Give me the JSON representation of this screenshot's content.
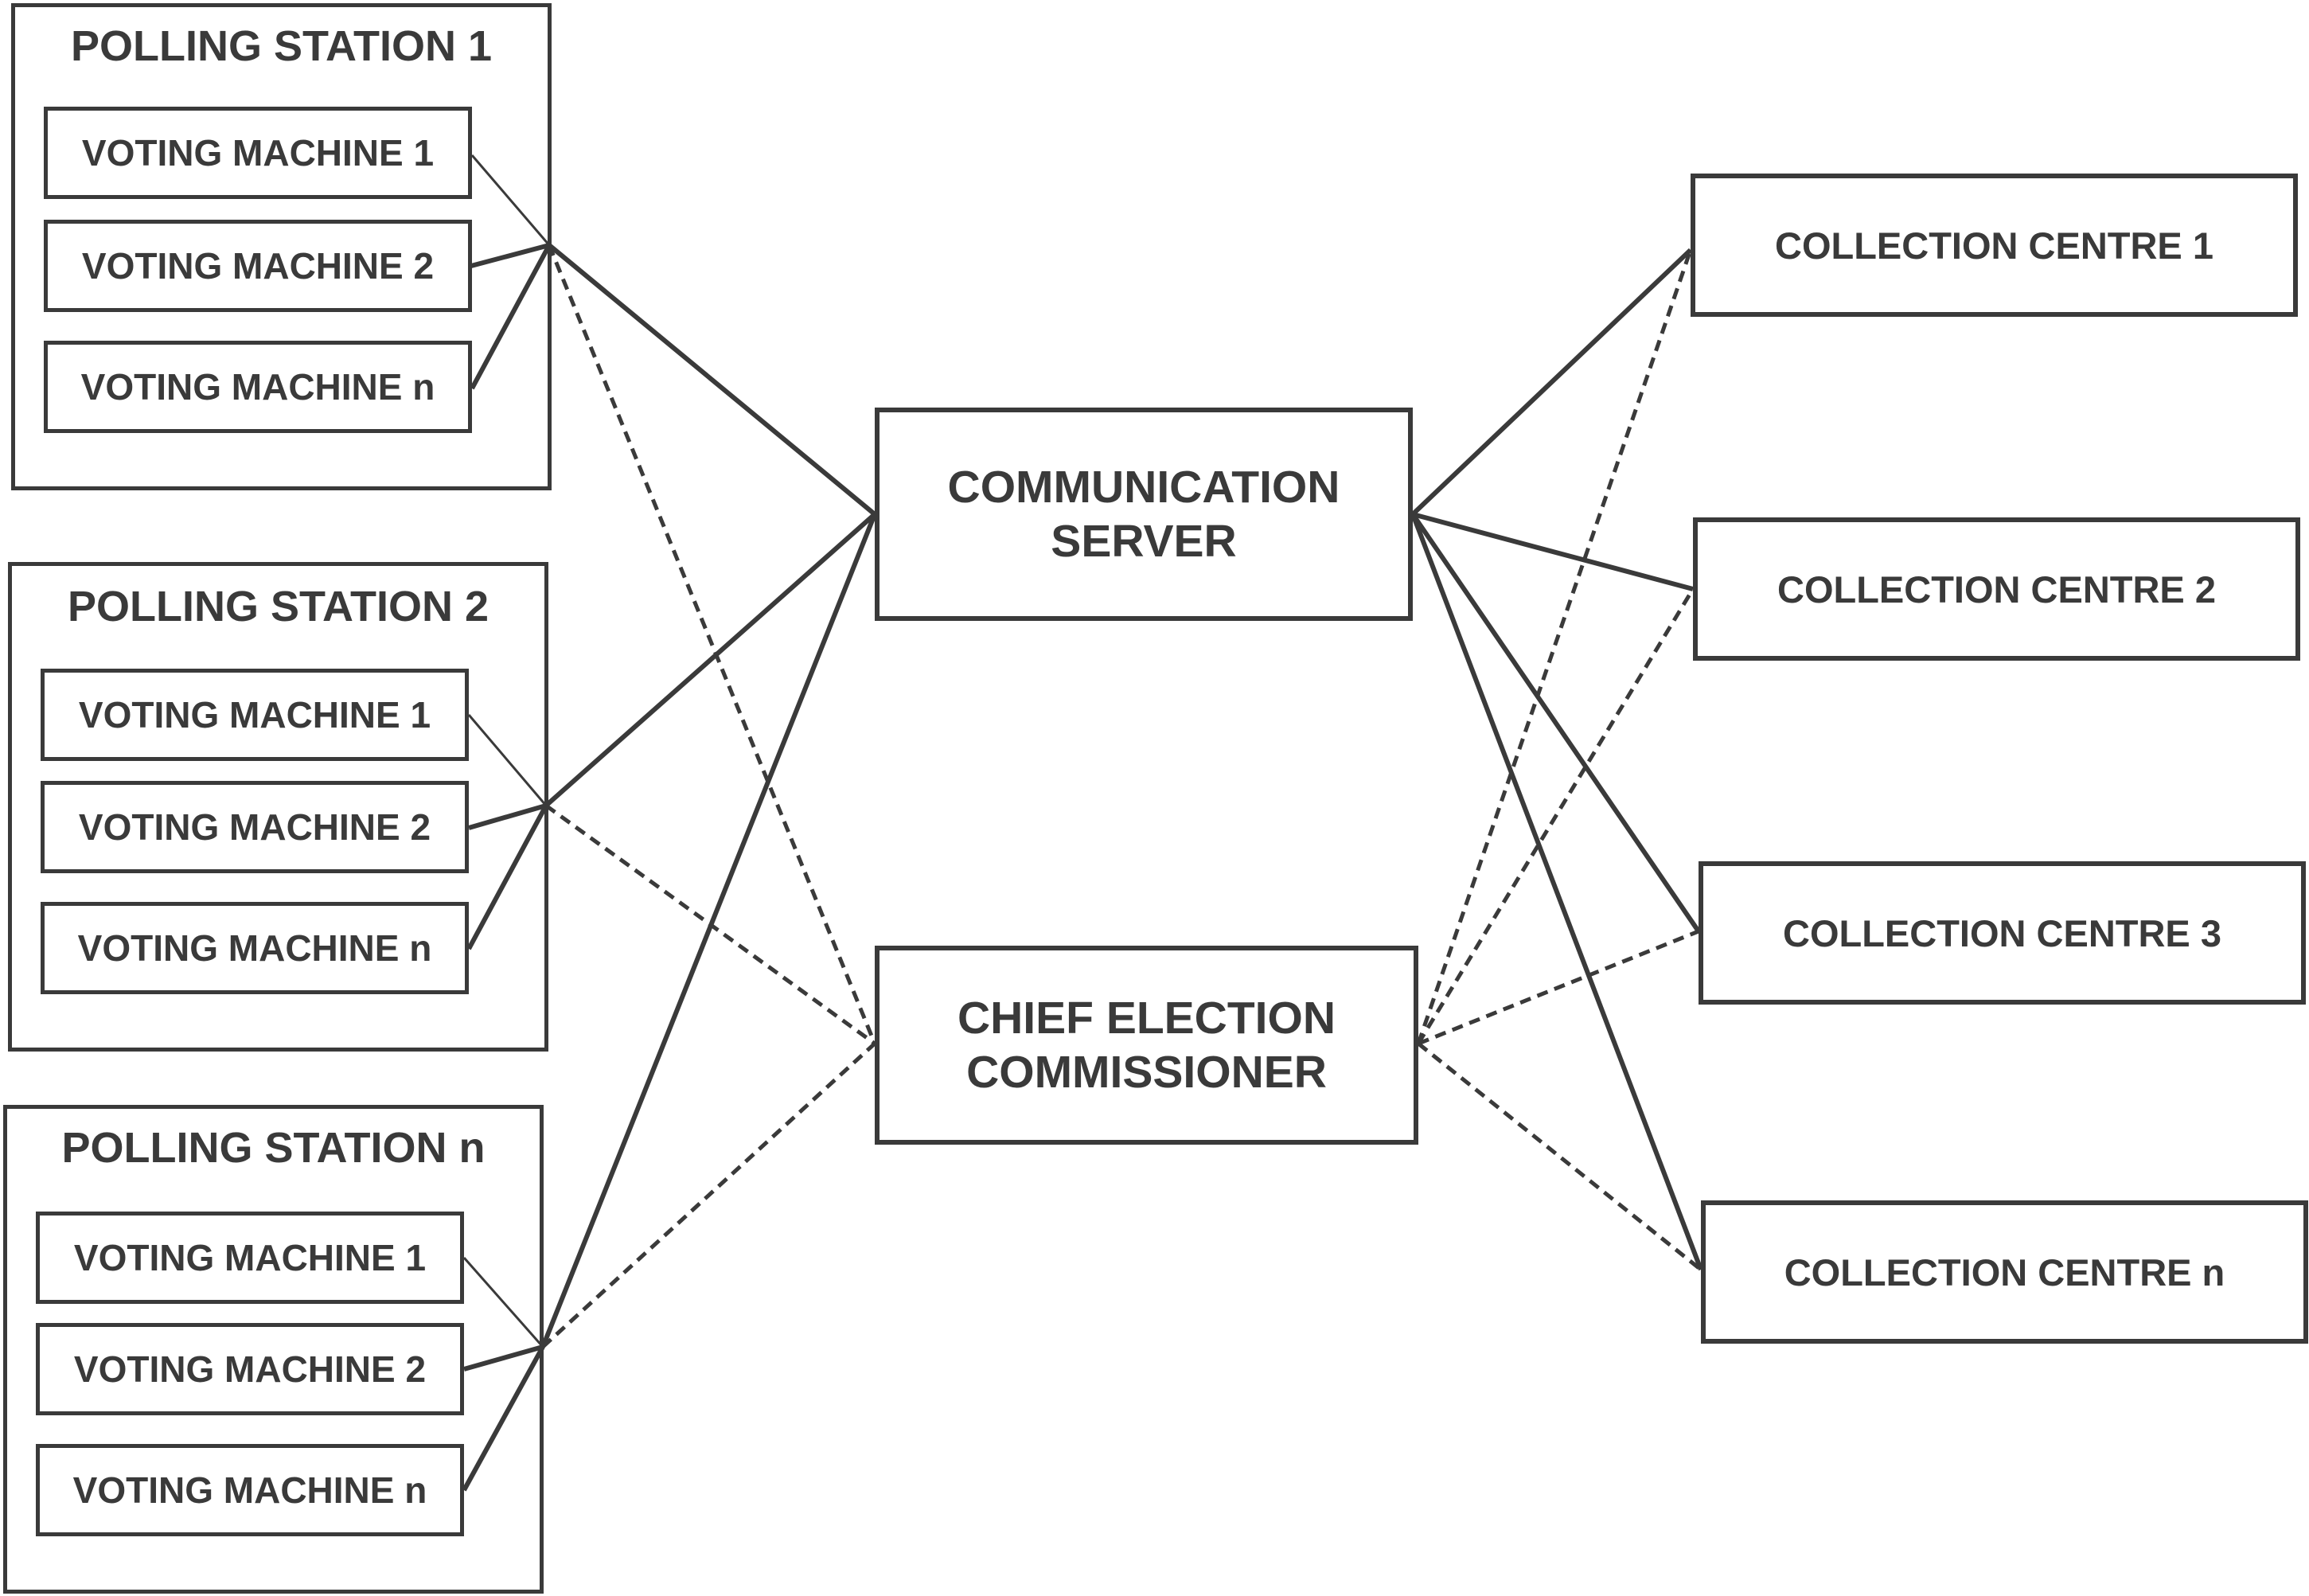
{
  "polling_stations": [
    {
      "title": "POLLING STATION 1",
      "machines": [
        "VOTING MACHINE 1",
        "VOTING MACHINE 2",
        "VOTING MACHINE n"
      ]
    },
    {
      "title": "POLLING STATION 2",
      "machines": [
        "VOTING MACHINE 1",
        "VOTING MACHINE 2",
        "VOTING MACHINE n"
      ]
    },
    {
      "title": "POLLING STATION n",
      "machines": [
        "VOTING MACHINE 1",
        "VOTING MACHINE 2",
        "VOTING MACHINE n"
      ]
    }
  ],
  "communication_server": {
    "line1": "COMMUNICATION",
    "line2": "SERVER"
  },
  "chief_election_commissioner": {
    "line1": "CHIEF ELECTION",
    "line2": "COMMISSIONER"
  },
  "collection_centres": [
    "COLLECTION CENTRE 1",
    "COLLECTION CENTRE 2",
    "COLLECTION CENTRE 3",
    "COLLECTION CENTRE n"
  ],
  "colors": {
    "line": "#3a3a3a",
    "text": "#3a3a3a",
    "background": "#ffffff"
  }
}
